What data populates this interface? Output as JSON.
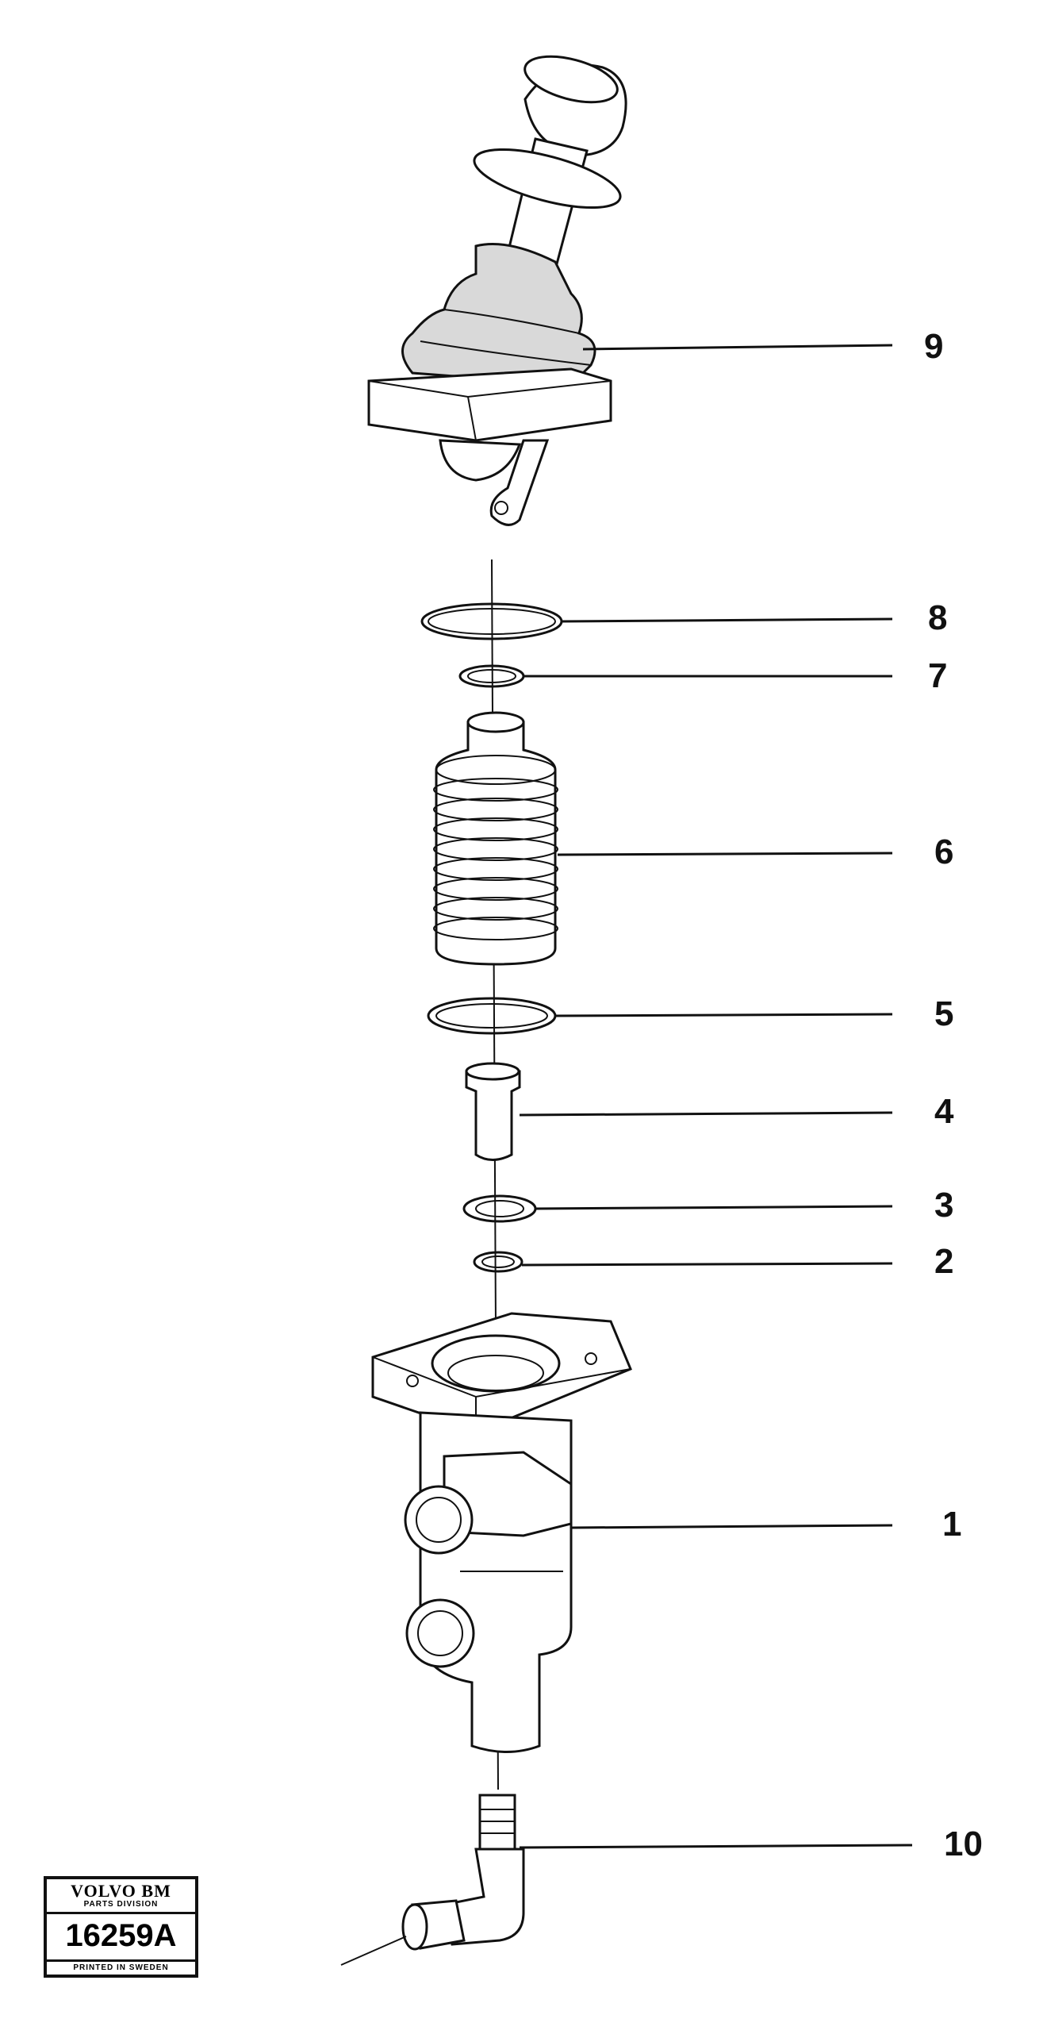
{
  "callouts": [
    {
      "id": "9",
      "label": "9"
    },
    {
      "id": "8",
      "label": "8"
    },
    {
      "id": "7",
      "label": "7"
    },
    {
      "id": "6",
      "label": "6"
    },
    {
      "id": "5",
      "label": "5"
    },
    {
      "id": "4",
      "label": "4"
    },
    {
      "id": "3",
      "label": "3"
    },
    {
      "id": "2",
      "label": "2"
    },
    {
      "id": "1",
      "label": "1"
    },
    {
      "id": "10",
      "label": "10"
    }
  ],
  "stamp": {
    "brand": "VOLVO BM",
    "division": "PARTS DIVISION",
    "number": "16259A",
    "printed": "PRINTED IN SWEDEN"
  }
}
